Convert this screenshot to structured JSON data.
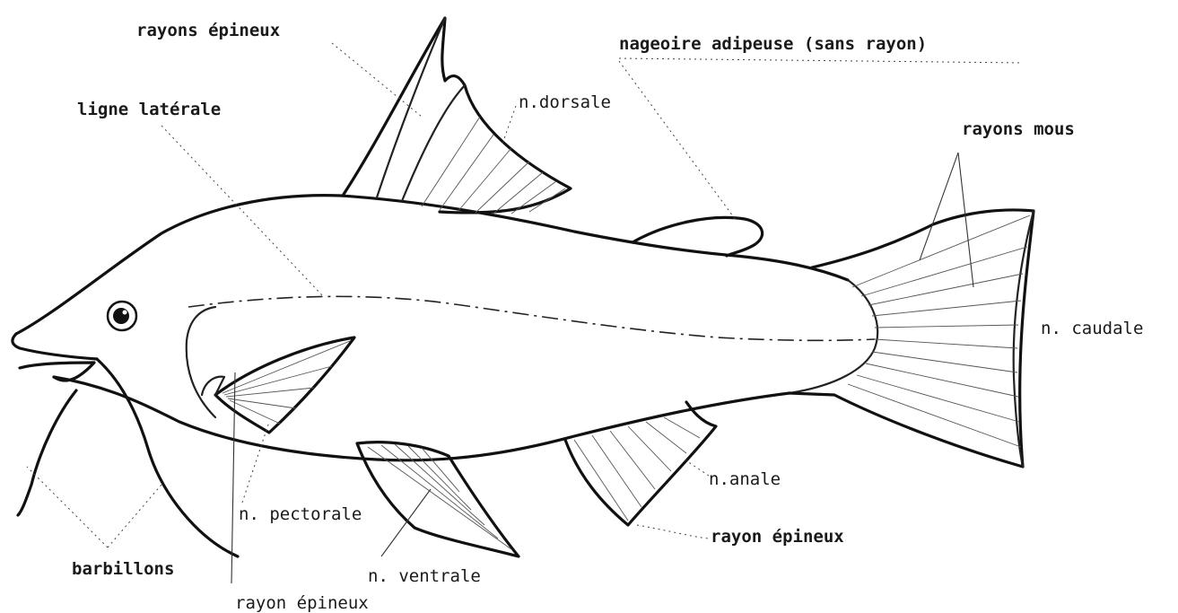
{
  "labels": {
    "rayons_epineux_top": "rayons épineux",
    "nageoire_adipeuse": "nageoire adipeuse (sans rayon)",
    "ligne_laterale": "ligne latérale",
    "n_dorsale": "n.dorsale",
    "rayons_mous": "rayons mous",
    "n_caudale": "n. caudale",
    "n_anale": "n.anale",
    "rayon_epineux_anal": "rayon épineux",
    "n_pectorale": "n. pectorale",
    "barbillons": "barbillons",
    "n_ventrale": "n. ventrale",
    "rayon_epineux_bottom": "rayon épineux"
  }
}
